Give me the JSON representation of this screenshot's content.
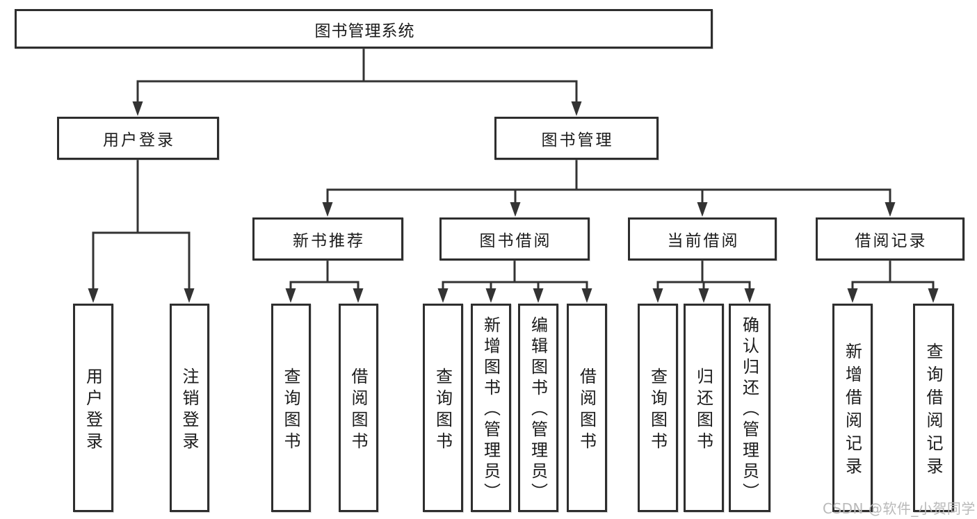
{
  "diagram": {
    "root": {
      "label": "图书管理系统"
    },
    "level2": [
      {
        "label": "用户登录",
        "children": [
          {
            "label": "用户登录"
          },
          {
            "label": "注销登录"
          }
        ]
      },
      {
        "label": "图书管理",
        "children": [
          {
            "label": "新书推荐",
            "children": [
              {
                "label": "查询图书"
              },
              {
                "label": "借阅图书"
              }
            ]
          },
          {
            "label": "图书借阅",
            "children": [
              {
                "label": "查询图书"
              },
              {
                "label": "新增图书（管理员）"
              },
              {
                "label": "编辑图书（管理员）"
              },
              {
                "label": "借阅图书"
              }
            ]
          },
          {
            "label": "当前借阅",
            "children": [
              {
                "label": "查询图书"
              },
              {
                "label": "归还图书"
              },
              {
                "label": "确认归还（管理员）"
              }
            ]
          },
          {
            "label": "借阅记录",
            "children": [
              {
                "label": "新增借阅记录"
              },
              {
                "label": "查询借阅记录"
              }
            ]
          }
        ]
      }
    ]
  },
  "watermark": {
    "text": "CSDN @软件_小贺同学"
  },
  "colors": {
    "line": "#333333",
    "box_border": "#2e2e2e",
    "text": "#1b1b1b",
    "watermark": "#b9b9b9",
    "background": "#ffffff"
  }
}
